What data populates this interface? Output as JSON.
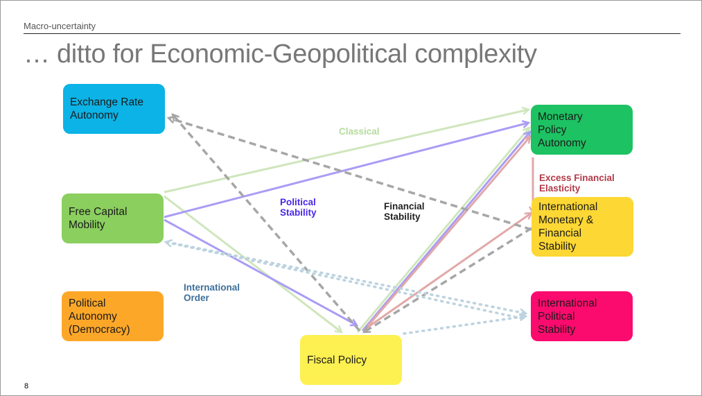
{
  "header": {
    "section": "Macro-uncertainty",
    "title": "… ditto for Economic-Geopolitical complexity",
    "page_number": "8"
  },
  "nodes": {
    "exchange_rate": {
      "label": "Exchange Rate\nAutonomy",
      "color": "#0BB3E6"
    },
    "free_capital": {
      "label": "Free Capital\nMobility",
      "color": "#8BCF5F"
    },
    "political_autonomy": {
      "label": "Political\nAutonomy\n(Democracy)",
      "color": "#FDA729"
    },
    "fiscal_policy": {
      "label": "Fiscal Policy",
      "color": "#FDF051"
    },
    "monetary_policy": {
      "label": "Monetary\nPolicy\nAutonomy",
      "color": "#1DC262"
    },
    "intl_monetary": {
      "label": "International\nMonetary &\nFinancial\nStability",
      "color": "#FDD733"
    },
    "intl_political": {
      "label": "International\nPolitical\nStability",
      "color": "#FB0B6E"
    }
  },
  "edge_labels": {
    "classical": {
      "text": "Classical",
      "color": "#B5DC9C"
    },
    "political_stability": {
      "text": "Political\nStability",
      "color": "#4A27E8"
    },
    "financial_stability": {
      "text": "Financial\nStability",
      "color": "#222222"
    },
    "international_order": {
      "text": "International\nOrder",
      "color": "#3D6F99"
    },
    "excess_financial": {
      "text": "Excess Financial\nElasticity",
      "color": "#B23A48"
    }
  },
  "edge_colors": {
    "classical": "#CFE6BC",
    "political": "#A99CF5",
    "financial": "#A6A6A6",
    "international": "#BDD3DF",
    "excess": "#E2A8A8"
  }
}
